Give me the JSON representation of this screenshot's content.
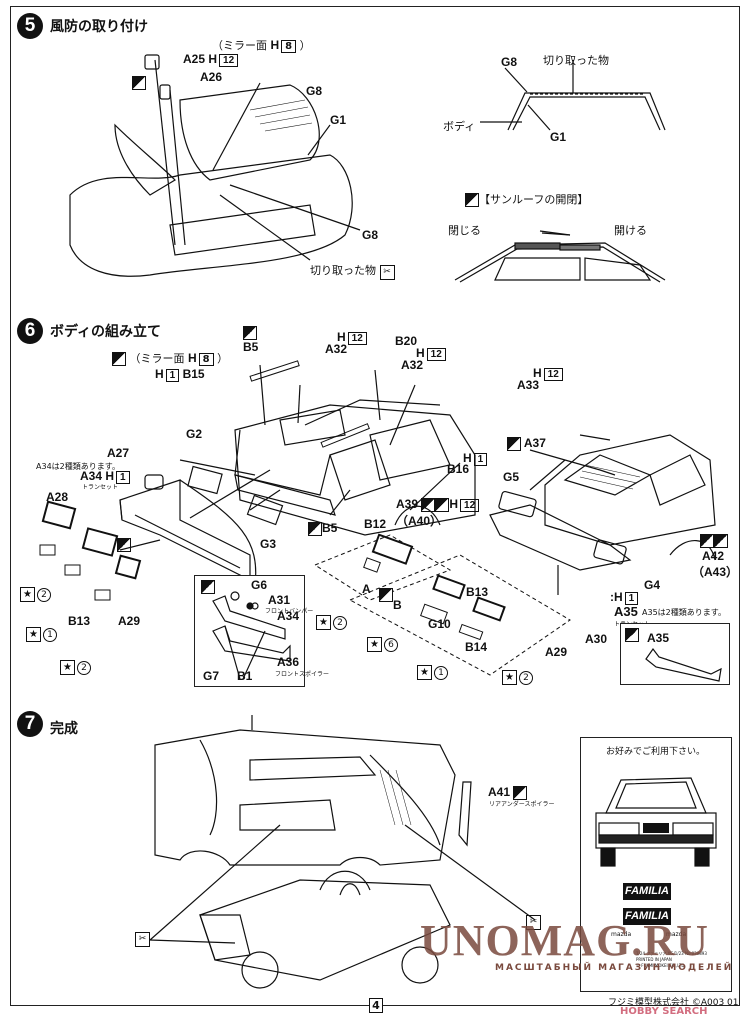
{
  "page_number": "4",
  "steps": [
    {
      "number": "5",
      "title": "風防の取り付け",
      "labels": {
        "mirror_note": "（ミラー面",
        "mirror_h": "H",
        "mirror_color": "8",
        "mirror_close": "）",
        "a25": "A25",
        "a25_h": "H",
        "a25_color": "12",
        "a26": "A26",
        "g8_top": "G8",
        "g1": "G1",
        "g8_bottom": "G8",
        "cut_piece": "切り取った物"
      },
      "cross_section": {
        "g8": "G8",
        "cut_piece": "切り取った物",
        "body": "ボディ",
        "g1": "G1"
      },
      "sunroof": {
        "title": "【サンルーフの開閉】",
        "close": "閉じる",
        "open": "開ける"
      }
    },
    {
      "number": "6",
      "title": "ボディの組み立て",
      "labels": {
        "mirror_note": "（ミラー面",
        "mirror_h": "H",
        "mirror_color": "8",
        "mirror_close": "）",
        "b5_top": "B5",
        "h12_a": "H",
        "h12_a_color": "12",
        "a32_left": "A32",
        "b20": "B20",
        "h12_b": "H",
        "h12_b_color": "12",
        "a32_right": "A32",
        "h1_b15": "H",
        "h1_b15_color": "1",
        "b15": "B15",
        "g2": "G2",
        "a27": "A27",
        "a34_note": "A34は2種類あります。",
        "a34": "A34",
        "a34_h": "H",
        "a34_color": "1",
        "a34_sub": "トランセット",
        "a28": "A28",
        "g3": "G3",
        "b5_bottom": "B5",
        "h1_b16": "H",
        "h1_b16_color": "1",
        "b16": "B16",
        "a39": "A39",
        "a40": "（A40）",
        "a39_h": "H",
        "a39_color": "12",
        "b13_left": "B13",
        "a29_left": "A29",
        "star2_a": "2",
        "star1_a": "1",
        "star2_b": "2",
        "b12": "B12",
        "label_a": "A",
        "label_b": "B",
        "star2_c": "2",
        "star6": "6",
        "g10": "G10",
        "b13_mid": "B13",
        "b14": "B14",
        "star1_b": "1",
        "star2_d": "2",
        "a29_right": "A29",
        "a30": "A30",
        "h12_a33": "H",
        "h12_a33_color": "12",
        "a33": "A33",
        "a37": "A37",
        "g5": "G5",
        "g4": "G4",
        "a42": "A42",
        "a43": "（A43）",
        "a35_h": ":H",
        "a35_color": "1",
        "a35": "A35",
        "a35_sub": "トランセット",
        "a35_note": "A35は2種類あります。"
      },
      "inset_front": {
        "g6": "G6",
        "a31": "A31",
        "a31_sub": "フロントバンパー",
        "a34": "A34",
        "a36": "A36",
        "a36_sub": "フロントスポイラー",
        "g7": "G7",
        "b1": "B1"
      },
      "inset_rear": {
        "a35": "A35"
      }
    },
    {
      "number": "7",
      "title": "完成",
      "labels": {
        "a41": "A41",
        "a41_sub": "リアアンダースポイラー"
      }
    }
  ],
  "decal_box": {
    "title": "お好みでご利用下さい。",
    "badge_1": "FAMILIA",
    "badge_2": "FAMILIA",
    "brand_left": "mazda",
    "brand_right": "mazda",
    "info_1": "1/24 ファミリア XG/1/23 No.039893",
    "info_2": "PRINTED IN JAPAN",
    "info_3": "© FUJIMI MOKEI CO.,LTD."
  },
  "footer_right": "フジミ模型株式会社 ©A003 01",
  "watermark": {
    "main": "UNOMAG.RU",
    "sub": "МАСШТАБНЫЙ МАГАЗИН МОДЕЛЕЙ",
    "stamp": "HOBBY SEARCH"
  },
  "colors": {
    "ink": "#111111",
    "paper": "#ffffff",
    "watermark": "#7a4a3e",
    "stamp": "#c0304a"
  }
}
